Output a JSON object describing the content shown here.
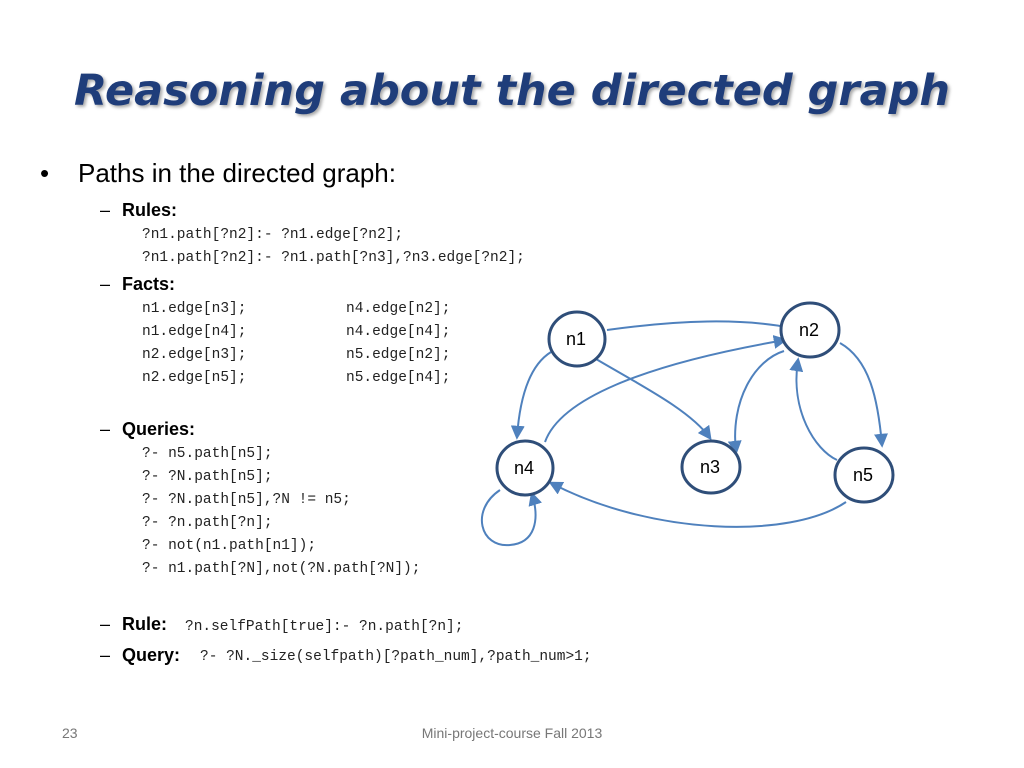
{
  "slide": {
    "title": "Reasoning about the directed graph",
    "bullet": "Paths in the directed graph:",
    "rules_label": "Rules:",
    "rules": [
      "?n1.path[?n2]:- ?n1.edge[?n2];",
      "?n1.path[?n2]:- ?n1.path[?n3],?n3.edge[?n2];"
    ],
    "facts_label": "Facts:",
    "facts_left": [
      "n1.edge[n3];",
      "n1.edge[n4];",
      "n2.edge[n3];",
      "n2.edge[n5];"
    ],
    "facts_right": [
      "n4.edge[n2];",
      "n4.edge[n4];",
      "n5.edge[n2];",
      "n5.edge[n4];"
    ],
    "queries_label": "Queries:",
    "queries": [
      "?- n5.path[n5];",
      "?- ?N.path[n5];",
      "?- ?N.path[n5],?N != n5;",
      "?- ?n.path[?n];",
      "?- not(n1.path[n1]);",
      "?- n1.path[?N],not(?N.path[?N]);"
    ],
    "rule_label": "Rule:",
    "rule_code": "?n.selfPath[true]:- ?n.path[?n];",
    "query_label": "Query:",
    "query_code": "?- ?N._size(selfpath)[?path_num],?path_num>1;",
    "page_number": "23",
    "footer": "Mini-project-course Fall 2013"
  },
  "graph": {
    "nodes": [
      {
        "id": "n1",
        "label": "n1"
      },
      {
        "id": "n2",
        "label": "n2"
      },
      {
        "id": "n3",
        "label": "n3"
      },
      {
        "id": "n4",
        "label": "n4"
      },
      {
        "id": "n5",
        "label": "n5"
      }
    ],
    "edges": [
      {
        "from": "n1",
        "to": "n2"
      },
      {
        "from": "n1",
        "to": "n3"
      },
      {
        "from": "n1",
        "to": "n4"
      },
      {
        "from": "n2",
        "to": "n3"
      },
      {
        "from": "n2",
        "to": "n5"
      },
      {
        "from": "n4",
        "to": "n2"
      },
      {
        "from": "n4",
        "to": "n4"
      },
      {
        "from": "n5",
        "to": "n2"
      },
      {
        "from": "n5",
        "to": "n4"
      }
    ]
  }
}
